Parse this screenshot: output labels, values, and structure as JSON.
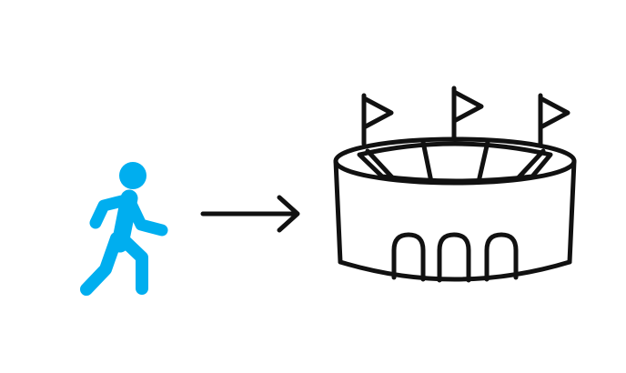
{
  "diagram": {
    "nodes": [
      {
        "id": "person",
        "icon": "walking-person-icon",
        "color": "#00AEEF"
      },
      {
        "id": "stadium",
        "icon": "stadium-icon",
        "color": "#111111"
      }
    ],
    "edges": [
      {
        "from": "person",
        "to": "stadium",
        "style": "arrow",
        "color": "#111111"
      }
    ],
    "colors": {
      "background": "#FFFFFF",
      "accent": "#00AEEF",
      "stroke": "#111111"
    }
  }
}
